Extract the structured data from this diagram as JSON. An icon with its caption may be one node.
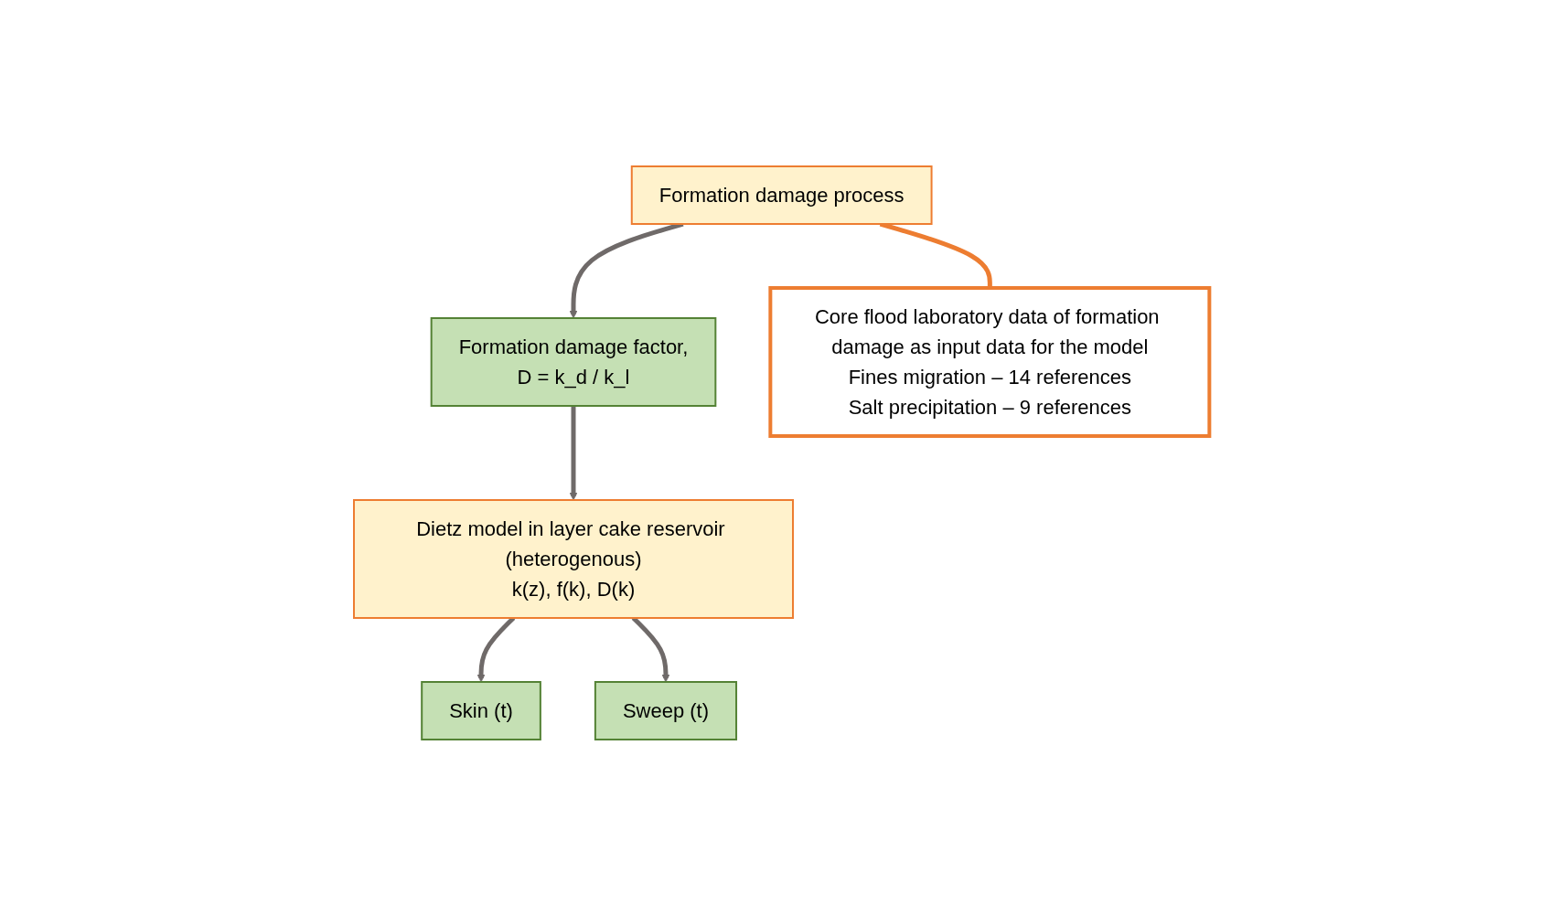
{
  "diagram": {
    "nodes": [
      {
        "text": [
          "Formation damage process"
        ]
      },
      {
        "text": [
          "Formation damage factor,",
          "D = k_d / k_l"
        ]
      },
      {
        "text": [
          "Dietz model in layer cake reservoir (heterogenous)",
          "k(z), f(k), D(k)"
        ]
      },
      {
        "text": [
          "Skin (t)"
        ]
      },
      {
        "text": [
          "Sweep (t)"
        ]
      },
      {
        "text": [
          "Core flood laboratory data of formation damage as input data for the model",
          "Fines migration – 14 references",
          "Salt precipitation – 9 references"
        ]
      }
    ],
    "edges": [
      {
        "from": 0,
        "to": 1,
        "arrow": "to"
      },
      {
        "from": 1,
        "to": 2,
        "arrow": "to"
      },
      {
        "from": 2,
        "to": 3,
        "arrow": "to"
      },
      {
        "from": 2,
        "to": 4,
        "arrow": "to"
      },
      {
        "from": 0,
        "to": 5,
        "arrow": "none",
        "color": "#ed7d31"
      }
    ]
  }
}
